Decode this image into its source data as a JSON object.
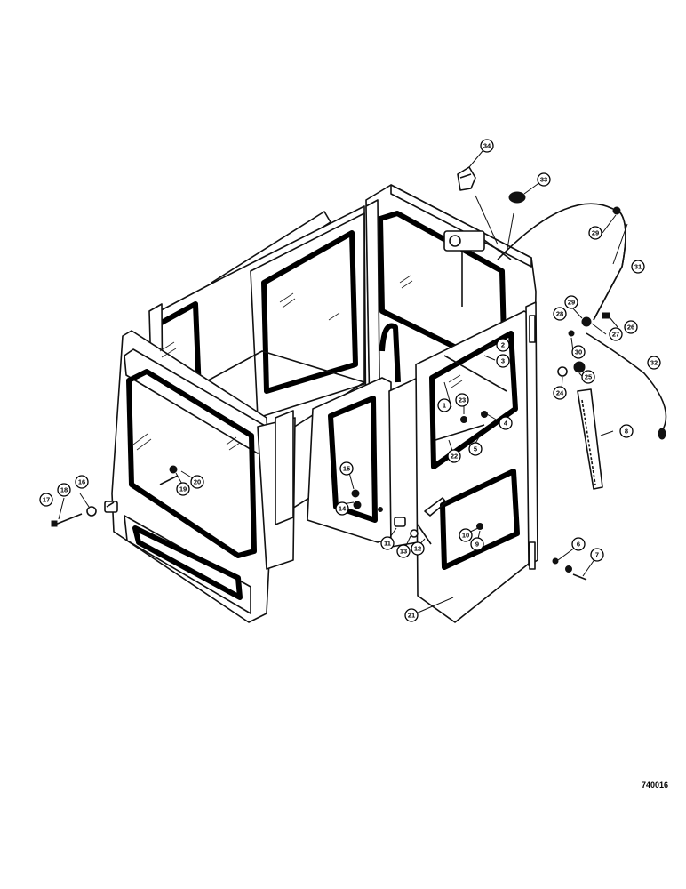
{
  "drawing_number": "740016",
  "callouts": [
    {
      "id": "c34",
      "label": "34"
    },
    {
      "id": "c33",
      "label": "33"
    },
    {
      "id": "c29a",
      "label": "29"
    },
    {
      "id": "c31",
      "label": "31"
    },
    {
      "id": "c29b",
      "label": "29"
    },
    {
      "id": "c28a",
      "label": "28"
    },
    {
      "id": "c26",
      "label": "26"
    },
    {
      "id": "c27",
      "label": "27"
    },
    {
      "id": "c30",
      "label": "30"
    },
    {
      "id": "c25",
      "label": "25"
    },
    {
      "id": "c24",
      "label": "24"
    },
    {
      "id": "c32",
      "label": "32"
    },
    {
      "id": "c2",
      "label": "2"
    },
    {
      "id": "c3",
      "label": "3"
    },
    {
      "id": "c1",
      "label": "1"
    },
    {
      "id": "c23",
      "label": "23"
    },
    {
      "id": "c4",
      "label": "4"
    },
    {
      "id": "c5",
      "label": "5"
    },
    {
      "id": "c22",
      "label": "22"
    },
    {
      "id": "c8",
      "label": "8"
    },
    {
      "id": "c17",
      "label": "17"
    },
    {
      "id": "c18",
      "label": "18"
    },
    {
      "id": "c16",
      "label": "16"
    },
    {
      "id": "c19",
      "label": "19"
    },
    {
      "id": "c20",
      "label": "20"
    },
    {
      "id": "c15",
      "label": "15"
    },
    {
      "id": "c14",
      "label": "14"
    },
    {
      "id": "c11",
      "label": "11"
    },
    {
      "id": "c13",
      "label": "13"
    },
    {
      "id": "c12",
      "label": "12"
    },
    {
      "id": "c10",
      "label": "10"
    },
    {
      "id": "c9",
      "label": "9"
    },
    {
      "id": "c6",
      "label": "6"
    },
    {
      "id": "c7",
      "label": "7"
    },
    {
      "id": "c21",
      "label": "21"
    }
  ]
}
